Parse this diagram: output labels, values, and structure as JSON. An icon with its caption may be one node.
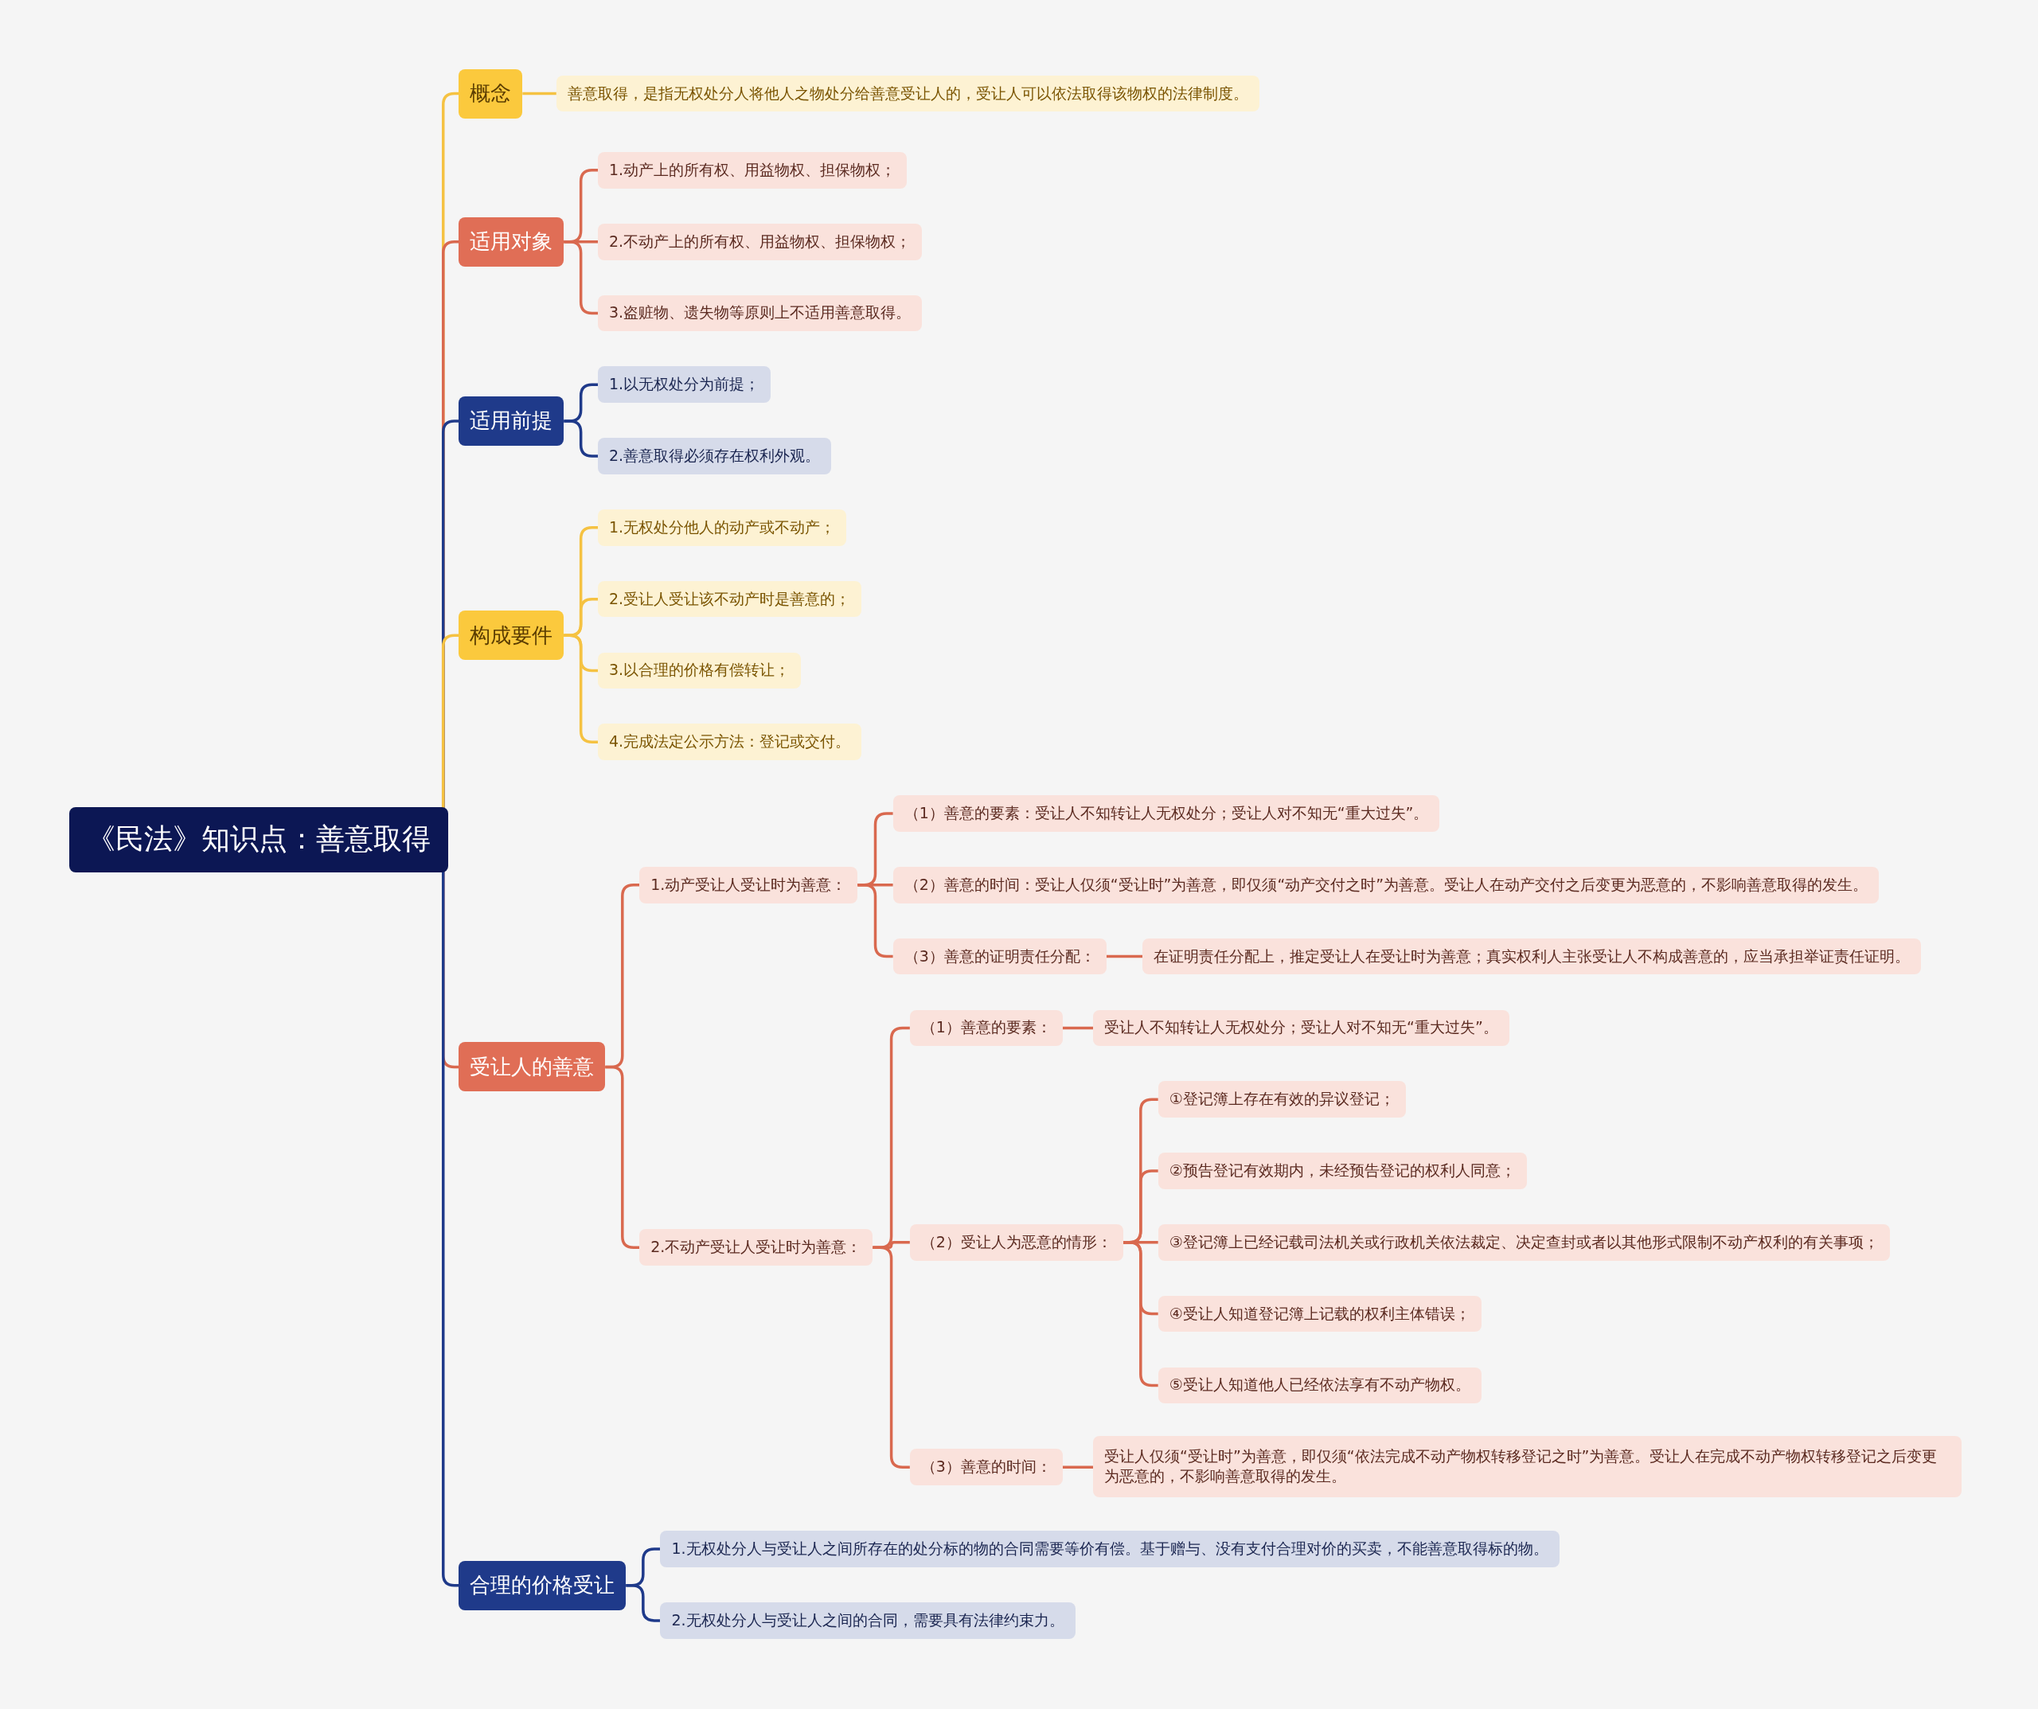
{
  "diagram": {
    "nodes": [
      {
        "text": [
          "《民法》知识点：善意取得"
        ]
      },
      {
        "text": [
          "概念"
        ]
      },
      {
        "text": [
          "善意取得，是指无权处分人将他人之物处分给善意受让人的，受让人可以依法取得该物权的法律制度。"
        ]
      },
      {
        "text": [
          "适用对象"
        ]
      },
      {
        "text": [
          "1.动产上的所有权、用益物权、担保物权；"
        ]
      },
      {
        "text": [
          "2.不动产上的所有权、用益物权、担保物权；"
        ]
      },
      {
        "text": [
          "3.盗赃物、遗失物等原则上不适用善意取得。"
        ]
      },
      {
        "text": [
          "适用前提"
        ]
      },
      {
        "text": [
          "1.以无权处分为前提；"
        ]
      },
      {
        "text": [
          "2.善意取得必须存在权利外观。"
        ]
      },
      {
        "text": [
          "构成要件"
        ]
      },
      {
        "text": [
          "1.无权处分他人的动产或不动产；"
        ]
      },
      {
        "text": [
          "2.受让人受让该不动产时是善意的；"
        ]
      },
      {
        "text": [
          "3.以合理的价格有偿转让；"
        ]
      },
      {
        "text": [
          "4.完成法定公示方法：登记或交付。"
        ]
      },
      {
        "text": [
          "受让人的善意"
        ]
      },
      {
        "text": [
          "1.动产受让人受让时为善意："
        ]
      },
      {
        "text": [
          "（1）善意的要素：受让人不知转让人无权处分；受让人对不知无“重大过失”。"
        ]
      },
      {
        "text": [
          "（2）善意的时间：受让人仅须“受让时”为善意，即仅须“动产交付之时”为善意。受让人在动产交付之后变更为恶意的，不影响善意取得的发生。"
        ]
      },
      {
        "text": [
          "（3）善意的证明责任分配："
        ]
      },
      {
        "text": [
          "在证明责任分配上，推定受让人在受让时为善意；真实权利人主张受让人不构成善意的，应当承担举证责任证明。"
        ]
      },
      {
        "text": [
          "2.不动产受让人受让时为善意："
        ]
      },
      {
        "text": [
          "（1）善意的要素："
        ]
      },
      {
        "text": [
          "受让人不知转让人无权处分；受让人对不知无“重大过失”。"
        ]
      },
      {
        "text": [
          "（2）受让人为恶意的情形："
        ]
      },
      {
        "text": [
          "①登记簿上存在有效的异议登记；"
        ]
      },
      {
        "text": [
          "②预告登记有效期内，未经预告登记的权利人同意；"
        ]
      },
      {
        "text": [
          "③登记簿上已经记载司法机关或行政机关依法裁定、决定查封或者以其他形式限制不动产权利的有关事项；"
        ]
      },
      {
        "text": [
          "④受让人知道登记簿上记载的权利主体错误；"
        ]
      },
      {
        "text": [
          "⑤受让人知道他人已经依法享有不动产物权。"
        ]
      },
      {
        "text": [
          "（3）善意的时间："
        ]
      },
      {
        "text": [
          "受让人仅须“受让时”为善意，即仅须“依法完成不动产物权转移登记之时”为善意。受让人在完成不动产物权转移登记之后变更为恶意的，不影响善意取得的发生。"
        ]
      },
      {
        "text": [
          "合理的价格受让"
        ]
      },
      {
        "text": [
          "1.无权处分人与受让人之间所存在的处分标的物的合同需要等价有偿。基于赠与、没有支付合理对价的买卖，不能善意取得标的物。"
        ]
      },
      {
        "text": [
          "2.无权处分人与受让人之间的合同，需要具有法律约束力。"
        ]
      }
    ],
    "edges": [
      {
        "from": 0,
        "to": 1,
        "arrow": "none",
        "color": "#f5c242"
      },
      {
        "from": 0,
        "to": 3,
        "arrow": "none"
      },
      {
        "from": 0,
        "to": 7,
        "arrow": "none",
        "color": "#1f3a8a"
      },
      {
        "from": 0,
        "to": 10,
        "arrow": "none",
        "color": "#f5c242"
      },
      {
        "from": 0,
        "to": 15,
        "arrow": "none"
      },
      {
        "from": 0,
        "to": 32,
        "arrow": "none",
        "color": "#1f3a8a"
      },
      {
        "from": 1,
        "to": 2,
        "arrow": "none",
        "color": "#f5c242"
      },
      {
        "from": 3,
        "to": 4,
        "arrow": "none"
      },
      {
        "from": 3,
        "to": 5,
        "arrow": "none"
      },
      {
        "from": 3,
        "to": 6,
        "arrow": "none"
      },
      {
        "from": 7,
        "to": 8,
        "arrow": "none",
        "color": "#1f3a8a"
      },
      {
        "from": 7,
        "to": 9,
        "arrow": "none",
        "color": "#1f3a8a"
      },
      {
        "from": 10,
        "to": 11,
        "arrow": "none",
        "color": "#f5c242"
      },
      {
        "from": 10,
        "to": 12,
        "arrow": "none",
        "color": "#f5c242"
      },
      {
        "from": 10,
        "to": 13,
        "arrow": "none",
        "color": "#f5c242"
      },
      {
        "from": 10,
        "to": 14,
        "arrow": "none",
        "color": "#f5c242"
      },
      {
        "from": 15,
        "to": 16,
        "arrow": "none"
      },
      {
        "from": 15,
        "to": 21,
        "arrow": "none"
      },
      {
        "from": 16,
        "to": 17,
        "arrow": "none"
      },
      {
        "from": 16,
        "to": 18,
        "arrow": "none"
      },
      {
        "from": 16,
        "to": 19,
        "arrow": "none"
      },
      {
        "from": 19,
        "to": 20,
        "arrow": "none"
      },
      {
        "from": 21,
        "to": 22,
        "arrow": "none"
      },
      {
        "from": 21,
        "to": 24,
        "arrow": "none"
      },
      {
        "from": 21,
        "to": 30,
        "arrow": "none"
      },
      {
        "from": 22,
        "to": 23,
        "arrow": "none"
      },
      {
        "from": 24,
        "to": 25,
        "arrow": "none"
      },
      {
        "from": 24,
        "to": 26,
        "arrow": "none"
      },
      {
        "from": 24,
        "to": 27,
        "arrow": "none"
      },
      {
        "from": 24,
        "to": 28,
        "arrow": "none"
      },
      {
        "from": 24,
        "to": 29,
        "arrow": "none"
      },
      {
        "from": 30,
        "to": 31,
        "arrow": "none"
      },
      {
        "from": 32,
        "to": 33,
        "arrow": "none",
        "color": "#1f3a8a"
      },
      {
        "from": 32,
        "to": 34,
        "arrow": "none",
        "color": "#1f3a8a"
      }
    ]
  }
}
